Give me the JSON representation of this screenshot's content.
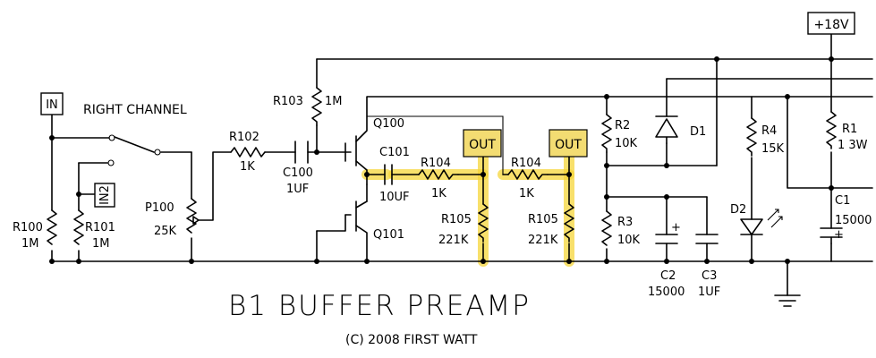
{
  "title": "B1 BUFFER PREAMP",
  "copyright": "(C) 2008 FIRST WATT",
  "channel_label": "RIGHT CHANNEL",
  "terminals": {
    "in": "IN",
    "in2": "IN2",
    "supply": "+18V",
    "out1": "OUT",
    "out2": "OUT"
  },
  "components": {
    "r100": {
      "ref": "R100",
      "value": "1M"
    },
    "r101": {
      "ref": "R101",
      "value": "1M"
    },
    "p100": {
      "ref": "P100",
      "value": "25K"
    },
    "r102": {
      "ref": "R102",
      "value": "1K"
    },
    "c100": {
      "ref": "C100",
      "value": "1UF"
    },
    "r103": {
      "ref": "R103",
      "value": "1M"
    },
    "q100": {
      "ref": "Q100"
    },
    "q101": {
      "ref": "Q101"
    },
    "c101": {
      "ref": "C101",
      "value": "10UF"
    },
    "r104a": {
      "ref": "R104",
      "value": "1K"
    },
    "r104b": {
      "ref": "R104",
      "value": "1K"
    },
    "r105a": {
      "ref": "R105",
      "value": "221K"
    },
    "r105b": {
      "ref": "R105",
      "value": "221K"
    },
    "r2": {
      "ref": "R2",
      "value": "10K"
    },
    "r3": {
      "ref": "R3",
      "value": "10K"
    },
    "d1": {
      "ref": "D1"
    },
    "d2": {
      "ref": "D2"
    },
    "r4": {
      "ref": "R4",
      "value": "15K"
    },
    "r1": {
      "ref": "R1",
      "value": "1 3W"
    },
    "c1": {
      "ref": "C1",
      "value": "15000"
    },
    "c2": {
      "ref": "C2",
      "value": "15000"
    },
    "c3": {
      "ref": "C3",
      "value": "1UF"
    }
  }
}
